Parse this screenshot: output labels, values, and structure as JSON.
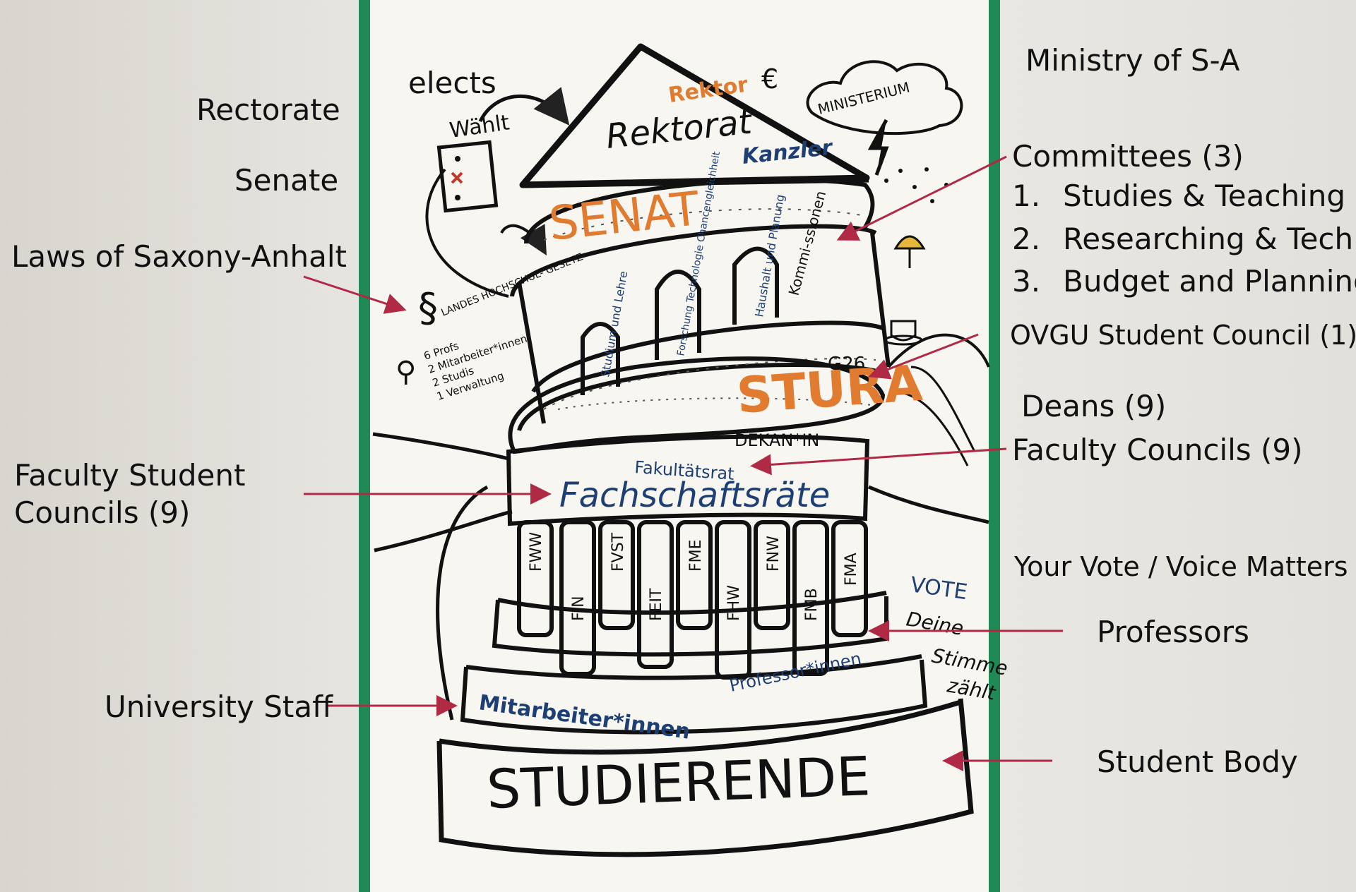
{
  "labels": {
    "elects": "elects",
    "rectorate": "Rectorate",
    "senate": "Senate",
    "laws": "Laws of Saxony-Anhalt",
    "faculty_student_councils": "Faculty Student Councils (9)",
    "university_staff": "University Staff",
    "ministry": "Ministry of S-A",
    "committees_title": "Committees (3)",
    "committees": [
      {
        "num": "1.",
        "text": "Studies & Teaching"
      },
      {
        "num": "2.",
        "text": "Researching & Tech"
      },
      {
        "num": "3.",
        "text": "Budget and Planning"
      }
    ],
    "student_council": "OVGU Student Council (1)",
    "deans": "Deans (9)",
    "faculty_councils": "Faculty Councils (9)",
    "vote_matters": "Your Vote / Voice Matters",
    "professors": "Professors",
    "student_body": "Student Body"
  },
  "poster": {
    "rektor": "Rektor",
    "rektorat": "Rektorat",
    "kanzler": "Kanzler",
    "waehlt": "Wählt",
    "ministerium": "MINISTERIUM",
    "senat": "SENAT",
    "kommissionen": "Kommi-ssionen",
    "arch1": "Studium und Lehre",
    "arch2": "Forschung Technologie Chancengleichheit",
    "arch3": "Haushalt und Planung",
    "landesgesetz": "LANDES HOCHSCHUL- GESETZ",
    "senat_members": [
      "6 Profs",
      "2 Mitarbeiter*innen",
      "2 Studis",
      "1 Verwaltung"
    ],
    "g26": "G26",
    "stura": "STURA",
    "dekan": "DEKAN*IN",
    "fakultaetsrat": "Fakultätsrat",
    "fachschaftsraete": "Fachschaftsräte",
    "columns_top": [
      "FWW",
      "FVST",
      "FME",
      "FNW",
      "FMA"
    ],
    "columns_bottom": [
      "FIN",
      "FEIT",
      "FHW",
      "FMB"
    ],
    "vote": "VOTE",
    "deine_stimme": "Deine Stimme zählt",
    "professorinnen": "Professor*innen",
    "mitarbeiterinnen": "Mitarbeiter*innen",
    "studierende": "STUDIERENDE"
  },
  "colors": {
    "arrow": "#b02a45",
    "orange": "#e07b30",
    "blue": "#1d3f74",
    "poster_border": "#1f8a55"
  }
}
